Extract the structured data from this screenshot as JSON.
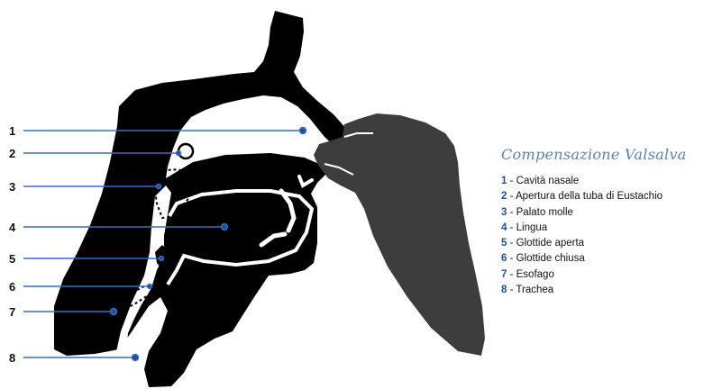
{
  "legend": {
    "title": "Compensazione Valsalva",
    "separator": " - ",
    "items": [
      {
        "num": "1",
        "label": "Cavità nasale"
      },
      {
        "num": "2",
        "label": "Apertura della tuba di Eustachio"
      },
      {
        "num": "3",
        "label": "Palato molle"
      },
      {
        "num": "4",
        "label": "Lingua"
      },
      {
        "num": "5",
        "label": "Glottide aperta"
      },
      {
        "num": "6",
        "label": "Glottide chiusa"
      },
      {
        "num": "7",
        "label": "Esofago"
      },
      {
        "num": "8",
        "label": "Trachea"
      }
    ]
  },
  "markers": [
    "1",
    "2",
    "3",
    "4",
    "5",
    "6",
    "7",
    "8"
  ],
  "colors": {
    "anatomy": "#000000",
    "hand": "#3d3d3d",
    "leader_line": "#3a6cc0",
    "legend_title": "#5b82b8",
    "legend_number": "#1f4fa0"
  }
}
